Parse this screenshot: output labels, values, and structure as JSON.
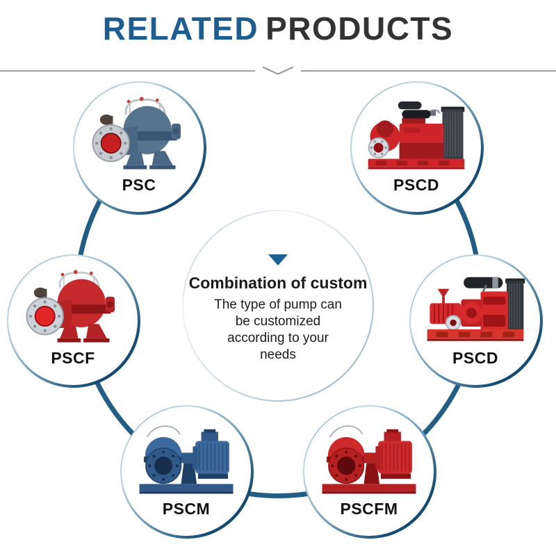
{
  "header": {
    "title_primary": "RELATED",
    "title_secondary": "PRODUCTS"
  },
  "center": {
    "heading": "Combination of custom",
    "description_lines": [
      "The type of pump can",
      "be customized",
      "according to your",
      "needs"
    ]
  },
  "products": [
    {
      "label": "PSC",
      "pump_color": "#56738f"
    },
    {
      "label": "PSCD",
      "pump_color": "#cd2529"
    },
    {
      "label": "PSCF",
      "pump_color": "#c62a2c"
    },
    {
      "label": "PSCD",
      "pump_color": "#d5292b"
    },
    {
      "label": "PSCM",
      "pump_color": "#3d6a9e"
    },
    {
      "label": "PSCFM",
      "pump_color": "#cd2a2b"
    }
  ],
  "colors": {
    "accent_blue": "#1d5d90",
    "title_dark": "#333333",
    "ring_blue": "#215d84",
    "triangle_blue": "#1c6093",
    "divider_gray": "#9d9d9d",
    "text_dark": "#1b1b1b"
  }
}
